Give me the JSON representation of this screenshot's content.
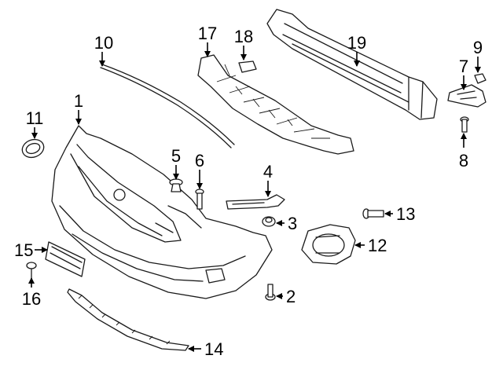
{
  "diagram": {
    "callouts": [
      {
        "id": "c1",
        "number": "1"
      },
      {
        "id": "c2",
        "number": "2"
      },
      {
        "id": "c3",
        "number": "3"
      },
      {
        "id": "c4",
        "number": "4"
      },
      {
        "id": "c5",
        "number": "5"
      },
      {
        "id": "c6",
        "number": "6"
      },
      {
        "id": "c7",
        "number": "7"
      },
      {
        "id": "c8",
        "number": "8"
      },
      {
        "id": "c9",
        "number": "9"
      },
      {
        "id": "c10",
        "number": "10"
      },
      {
        "id": "c11",
        "number": "11"
      },
      {
        "id": "c12",
        "number": "12"
      },
      {
        "id": "c13",
        "number": "13"
      },
      {
        "id": "c14",
        "number": "14"
      },
      {
        "id": "c15",
        "number": "15"
      },
      {
        "id": "c16",
        "number": "16"
      },
      {
        "id": "c17",
        "number": "17"
      },
      {
        "id": "c18",
        "number": "18"
      },
      {
        "id": "c19",
        "number": "19"
      }
    ]
  }
}
